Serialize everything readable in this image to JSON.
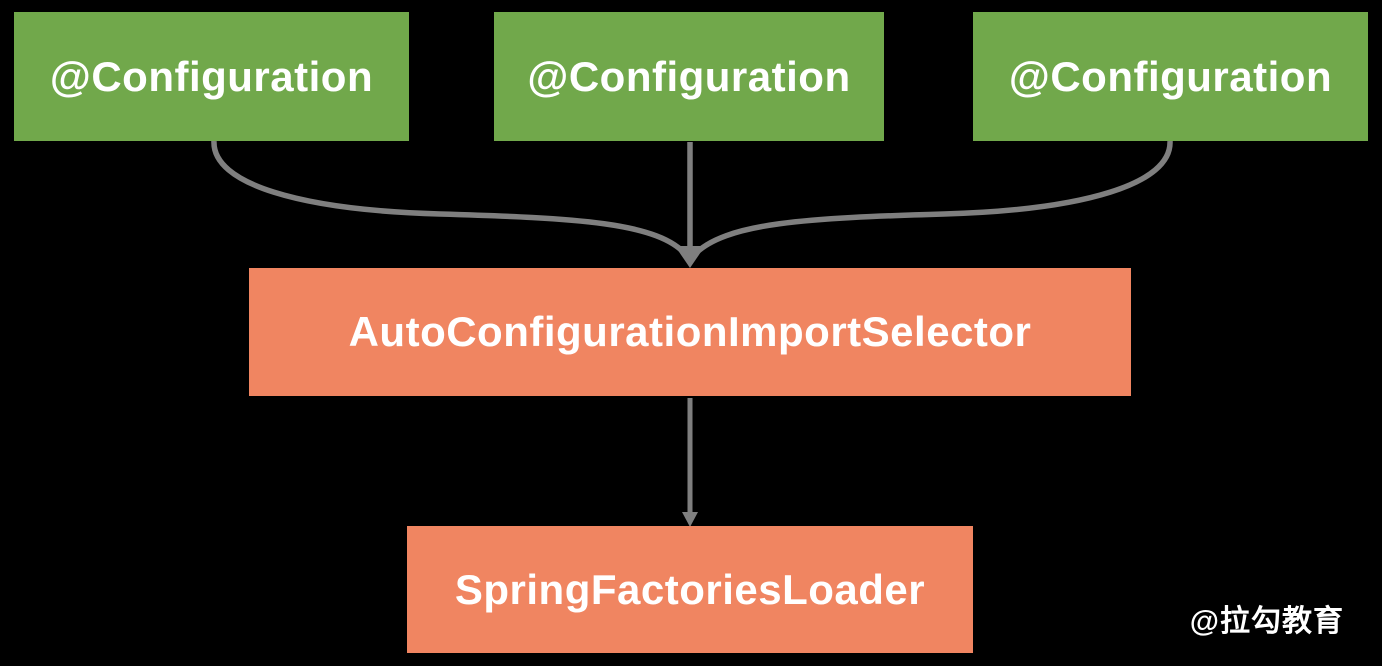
{
  "nodes": {
    "config1": {
      "label": "@Configuration"
    },
    "config2": {
      "label": "@Configuration"
    },
    "config3": {
      "label": "@Configuration"
    },
    "selector": {
      "label": "AutoConfigurationImportSelector"
    },
    "loader": {
      "label": "SpringFactoriesLoader"
    }
  },
  "watermark": "@拉勾教育",
  "colors": {
    "background": "#000000",
    "green-node": "#71a84b",
    "orange-node": "#f08561",
    "arrow": "#7f7f7f",
    "label": "#ffffff"
  }
}
